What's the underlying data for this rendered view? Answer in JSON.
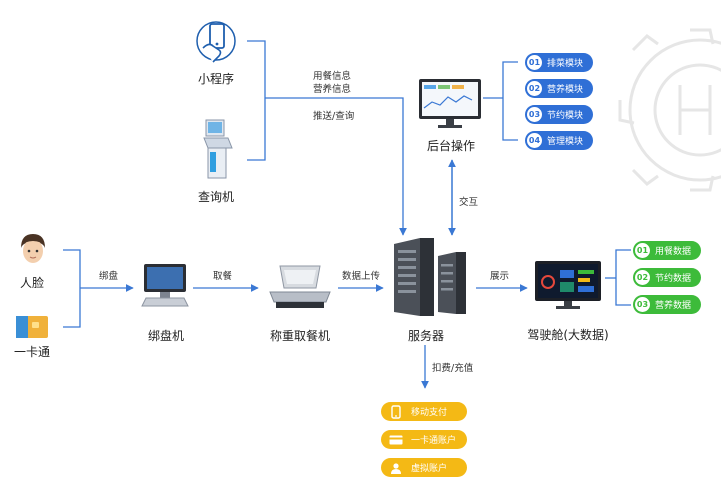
{
  "nodes": {
    "miniprogram": "小程序",
    "kiosk": "查询机",
    "face": "人脸",
    "card": "一卡通",
    "binding_machine": "绑盘机",
    "weighing_machine": "称重取餐机",
    "server": "服务器",
    "backend": "后台操作",
    "cockpit": "驾驶舱(大数据)"
  },
  "edges": {
    "meal_info": "用餐信息",
    "nutrition_info": "营养信息",
    "push_query": "推送/查询",
    "bind": "绑盘",
    "take_meal": "取餐",
    "data_upload": "数据上传",
    "interact": "交互",
    "display": "展示",
    "deduct_recharge": "扣费/充值"
  },
  "backend_modules": [
    {
      "num": "01",
      "label": "排菜模块"
    },
    {
      "num": "02",
      "label": "营养模块"
    },
    {
      "num": "03",
      "label": "节约模块"
    },
    {
      "num": "04",
      "label": "管理模块"
    }
  ],
  "cockpit_data": [
    {
      "num": "01",
      "label": "用餐数据"
    },
    {
      "num": "02",
      "label": "节约数据"
    },
    {
      "num": "03",
      "label": "营养数据"
    }
  ],
  "payments": [
    {
      "icon": "phone-icon",
      "label": "移动支付"
    },
    {
      "icon": "card-icon",
      "label": "一卡通账户"
    },
    {
      "icon": "user-icon",
      "label": "虚拟账户"
    }
  ],
  "colors": {
    "line": "#3a78d4",
    "blue_pill": "#2f6fd6",
    "green_pill": "#3dbb3a",
    "yellow_pill": "#f4b915",
    "gear_watermark": "#e4e4e4"
  }
}
